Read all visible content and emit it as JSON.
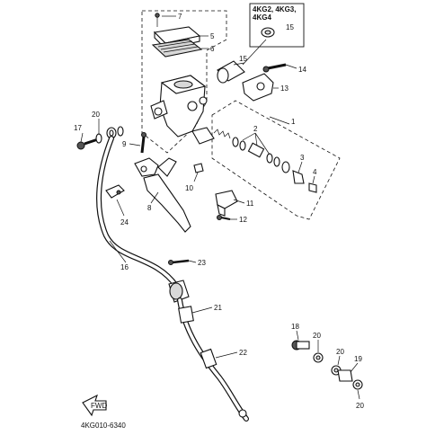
{
  "diagram": {
    "variant_box": {
      "lines": [
        "4KG2, 4KG3,",
        "4KG4"
      ]
    },
    "footer_code": "4KG010-6340",
    "fwd_label": "FWD",
    "callouts": [
      {
        "id": "c7",
        "text": "7"
      },
      {
        "id": "c5",
        "text": "5"
      },
      {
        "id": "c6",
        "text": "6"
      },
      {
        "id": "c15a",
        "text": "15"
      },
      {
        "id": "c15b",
        "text": "15"
      },
      {
        "id": "c14",
        "text": "14"
      },
      {
        "id": "c13",
        "text": "13"
      },
      {
        "id": "c1",
        "text": "1"
      },
      {
        "id": "c2",
        "text": "2"
      },
      {
        "id": "c3",
        "text": "3"
      },
      {
        "id": "c4",
        "text": "4"
      },
      {
        "id": "c17",
        "text": "17"
      },
      {
        "id": "c20a",
        "text": "20"
      },
      {
        "id": "c9",
        "text": "9"
      },
      {
        "id": "c10",
        "text": "10"
      },
      {
        "id": "c11",
        "text": "11"
      },
      {
        "id": "c12",
        "text": "12"
      },
      {
        "id": "c8",
        "text": "8"
      },
      {
        "id": "c24",
        "text": "24"
      },
      {
        "id": "c16",
        "text": "16"
      },
      {
        "id": "c23",
        "text": "23"
      },
      {
        "id": "c21",
        "text": "21"
      },
      {
        "id": "c22",
        "text": "22"
      },
      {
        "id": "c18",
        "text": "18"
      },
      {
        "id": "c20b",
        "text": "20"
      },
      {
        "id": "c20c",
        "text": "20"
      },
      {
        "id": "c19",
        "text": "19"
      },
      {
        "id": "c20d",
        "text": "20"
      }
    ]
  }
}
